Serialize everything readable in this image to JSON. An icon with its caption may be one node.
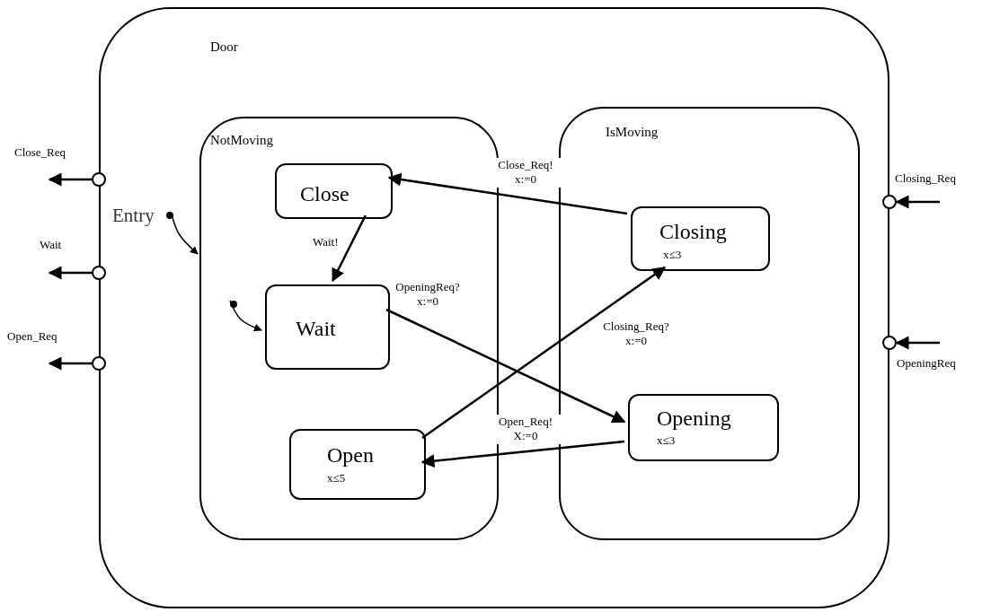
{
  "diagram": {
    "nodes": [
      {
        "text": [
          "Door"
        ]
      },
      {
        "text": [
          "NotMoving"
        ],
        "in": 0
      },
      {
        "text": [
          "IsMoving"
        ],
        "in": 0
      },
      {
        "text": [
          "Close"
        ],
        "in": 1
      },
      {
        "text": [
          "Wait"
        ],
        "in": 1
      },
      {
        "text": [
          "Open",
          "x≤5"
        ],
        "in": 1
      },
      {
        "text": [
          "Closing",
          "x≤3"
        ],
        "in": 2
      },
      {
        "text": [
          "Opening",
          "x≤3"
        ],
        "in": 2
      },
      {
        "text": [],
        "shape": "circle",
        "beside": [
          "Close_Req"
        ]
      },
      {
        "text": [],
        "shape": "circle",
        "beside": [
          "Wait"
        ]
      },
      {
        "text": [],
        "shape": "circle",
        "beside": [
          "Open_Req"
        ]
      },
      {
        "text": [],
        "shape": "circle",
        "beside": [
          "Closing_Req"
        ]
      },
      {
        "text": [],
        "shape": "circle",
        "beside": [
          "OpeningReq"
        ]
      },
      {
        "text": [
          "Entry"
        ],
        "in": 0
      },
      {
        "text": [],
        "shape": "dot",
        "in": 1
      }
    ],
    "edges": [
      {
        "from": 8,
        "to": null,
        "arrow": "to"
      },
      {
        "from": 9,
        "to": null,
        "arrow": "to"
      },
      {
        "from": 10,
        "to": null,
        "arrow": "to"
      },
      {
        "from": null,
        "to": 11,
        "arrow": "to"
      },
      {
        "from": null,
        "to": 12,
        "arrow": "to"
      },
      {
        "from": 13,
        "to": 1,
        "arrow": "to"
      },
      {
        "from": 14,
        "to": 4,
        "arrow": "to"
      },
      {
        "from": 3,
        "to": 4,
        "arrow": "to",
        "label": "Wait!"
      },
      {
        "from": 6,
        "to": 3,
        "arrow": "to",
        "label": "Close_Req! x:=0"
      },
      {
        "from": 4,
        "to": 7,
        "arrow": "to",
        "label": "OpeningReq? x:=0"
      },
      {
        "from": 5,
        "to": 6,
        "arrow": "to",
        "label": "Closing_Req? x:=0"
      },
      {
        "from": 7,
        "to": 5,
        "arrow": "to",
        "label": "Open_Req! X:=0"
      }
    ]
  }
}
